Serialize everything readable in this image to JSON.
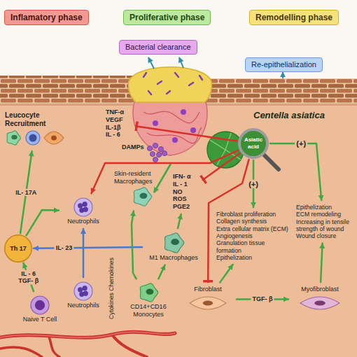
{
  "diagram": {
    "nodes": [
      {
        "text": [
          "Inflamatory phase"
        ]
      },
      {
        "text": [
          "Proliferative phase"
        ]
      },
      {
        "text": [
          "Remodelling phase"
        ]
      },
      {
        "text": [
          "Bacterial clearance"
        ]
      },
      {
        "text": [
          "Re-epithelialization"
        ]
      },
      {
        "text": [
          "Leucocyte Recruitment"
        ]
      },
      {
        "text": [
          "TNF-α",
          "VEGF",
          "IL-1β",
          "IL - 6"
        ]
      },
      {
        "text": [
          "Asiatic acid"
        ]
      },
      {
        "text": [
          "Skin-resident Macrophages"
        ]
      },
      {
        "text": [
          "IFN- α",
          "IL - 1",
          "NO",
          "ROS",
          "PGE2"
        ]
      },
      {
        "text": [
          "Neutrophils"
        ]
      },
      {
        "text": [
          "Th 17"
        ]
      },
      {
        "text": [
          "M1 Macrophages"
        ]
      },
      {
        "text": [
          "Fibroblast proliferation",
          "Collagen synthesis",
          "Extra cellular matrix (ECM)",
          "Angiogenesis",
          "Granulation tissue formation",
          "Epithelization"
        ]
      },
      {
        "text": [
          "Epithelization",
          "ECM remodeling",
          "Increasing in tensile strength of wound",
          "Wound closure"
        ]
      },
      {
        "text": [
          "Naive T Cell"
        ]
      },
      {
        "text": [
          "Neutrophils"
        ]
      },
      {
        "text": [
          "CD14+CD16 Monocytes"
        ]
      },
      {
        "text": [
          "Fibroblast"
        ]
      },
      {
        "text": [
          "Myofibroblast"
        ]
      }
    ],
    "edges": [
      {
        "from": 7,
        "to": 6,
        "arrow": "to"
      },
      {
        "from": 7,
        "to": 9,
        "arrow": "to"
      },
      {
        "from": 7,
        "to": 10,
        "arrow": "to"
      },
      {
        "from": 7,
        "to": 13,
        "label": "(+)",
        "arrow": "to"
      },
      {
        "from": 7,
        "to": 14,
        "label": "(+)",
        "arrow": "to"
      },
      {
        "from": 7,
        "to": 18,
        "arrow": "to"
      },
      {
        "from": 11,
        "to": 5,
        "label": "IL- 17A",
        "arrow": "to"
      },
      {
        "from": 11,
        "to": 10,
        "arrow": "to"
      },
      {
        "from": 12,
        "to": 11,
        "label": "IL- 23",
        "arrow": "to"
      },
      {
        "from": 15,
        "to": 11,
        "label": "IL - 6 TGF- β",
        "arrow": "to"
      },
      {
        "from": 16,
        "to": 10,
        "arrow": "to"
      },
      {
        "from": 17,
        "to": 8,
        "arrow": "to"
      },
      {
        "from": 17,
        "to": 12,
        "arrow": "to"
      },
      {
        "from": 12,
        "to": 9,
        "arrow": "to"
      },
      {
        "from": 18,
        "to": 13,
        "arrow": "to"
      },
      {
        "from": 18,
        "to": 19,
        "label": "TGF- β",
        "arrow": "to"
      },
      {
        "from": 19,
        "to": 14,
        "arrow": "to"
      }
    ],
    "labels": [
      "Centella asiatica",
      "DAMPs",
      "Cytokines Chemokines"
    ]
  }
}
